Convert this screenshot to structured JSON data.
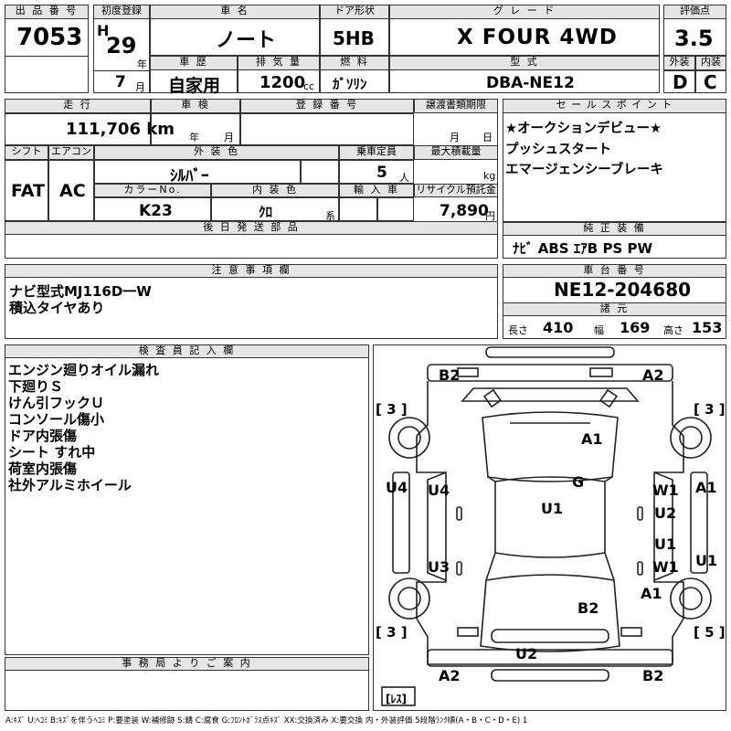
{
  "header": {
    "lot_label": "出 品 番 号",
    "lot_number": "7053",
    "first_reg_label": "初度登録",
    "era": "H",
    "year": "29",
    "year_unit": "年",
    "month": "7",
    "month_unit": "月",
    "car_name_label": "車 名",
    "car_name": "ノート",
    "door_label": "ドア形状",
    "door": "5HB",
    "grade_label": "グ レ ー ド",
    "grade": "X FOUR 4WD",
    "score_label": "評価点",
    "score": "3.5",
    "history_label": "車 歴",
    "history": "自家用",
    "displacement_label": "排 気 量",
    "displacement": "1200",
    "displacement_unit": "cc",
    "fuel_label": "燃 料",
    "fuel": "ｶﾞｿﾘﾝ",
    "model_label": "型 式",
    "model": "DBA-NE12",
    "exterior_label": "外装",
    "exterior_grade": "D",
    "interior_label": "内装",
    "interior_grade": "C"
  },
  "row2": {
    "mileage_label": "走 行",
    "mileage": "111,706 km",
    "inspection_label": "車 検",
    "inspection_year_unit": "年",
    "inspection_month_unit": "月",
    "plate_label": "登 録 番 号",
    "transfer_label": "譲渡書類期限",
    "transfer_month_unit": "月",
    "transfer_day_unit": "日",
    "shift_label": "シフト",
    "shift": "FAT",
    "ac_label": "エアコン",
    "ac": "AC",
    "exterior_color_label": "外 装 色",
    "exterior_color": "ｼﾙﾊﾞｰ",
    "capacity_label": "乗車定員",
    "capacity": "5",
    "capacity_unit": "人",
    "max_load_label": "最大積載量",
    "max_load_unit": "kg",
    "color_no_label": "カラーNo.",
    "color_no": "K23",
    "interior_color_label": "内 装 色",
    "interior_color": "ｸﾛ",
    "interior_color_unit": "系",
    "import_label": "輸 入 車",
    "recycle_label": "リサイクル預託金",
    "recycle": "7,890",
    "recycle_unit": "円",
    "later_parts_label": "後 日 発 送 部 品"
  },
  "sales_points": {
    "label": "セ ー ル ス ポ イ ン ト",
    "items": [
      "★オークションデビュー★",
      "プッシュスタート",
      "エマージェンシーブレーキ"
    ]
  },
  "equipment": {
    "label": "純 正 装 備",
    "value": "ﾅﾋﾞ ABS ｴｱB PS PW"
  },
  "notes": {
    "label": "注 意 事 項 欄",
    "lines": [
      "ナビ型式MJ116D一W",
      "積込タイヤあり"
    ]
  },
  "chassis": {
    "label": "車 台 番 号",
    "value": "NE12-204680",
    "spec_label": "諸 元",
    "length_label": "長さ",
    "length": "410",
    "width_label": "幅",
    "width": "169",
    "height_label": "高さ",
    "height": "153"
  },
  "inspector": {
    "label": "検 査 員 記 入 欄",
    "lines": [
      "エンジン廻りオイル漏れ",
      "下廻りＳ",
      "けん引フックＵ",
      "コンソール傷小",
      "ドア内張傷",
      "シート すれ中",
      "荷室内張傷",
      "社外アルミホイール"
    ]
  },
  "office": {
    "label": "事 務 局 よ り ご 案 内"
  },
  "diagram": {
    "tire_front_left": "[ 3 ]",
    "tire_front_right": "[ 3 ]",
    "tire_rear_left": "[ 3 ]",
    "tire_rear_right": "[ 5 ]",
    "spare": "[ﾚｽ]",
    "marks": {
      "b2_top": "B2",
      "a2_top": "A2",
      "a1_hood": "A1",
      "g_glass": "G",
      "u4_left": "U4",
      "u4_door": "U4",
      "u1_roof": "U1",
      "a1_right": "A1",
      "w1_fr": "W1",
      "u2_fr": "U2",
      "u1_rr": "U1",
      "w1_rr": "W1",
      "u1_right": "U1",
      "u3_rl": "U3",
      "a1_rq": "A1",
      "b2_rear": "B2",
      "u2_bumper": "U2",
      "a2_bl": "A2",
      "b2_br": "B2"
    }
  },
  "legend": "A:ｷｽﾞ U:ﾍｺﾐ B:ｷｽﾞを伴うﾍｺﾐ P:要塗装 W:補修跡 S:錆 C:腐食 G:ﾌﾛﾝﾄｶﾞﾗｽ点ｷｽﾞ XX:交換済み X:要交換 内・外装評価 5段階ﾗﾝｸ順(A・B・C・D・E) 1"
}
